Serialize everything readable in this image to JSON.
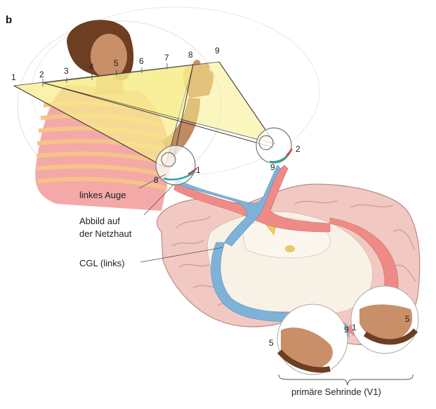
{
  "panel_label": "b",
  "field_numbers": [
    "1",
    "2",
    "3",
    "4",
    "5",
    "6",
    "7",
    "8",
    "9"
  ],
  "labels": {
    "left_eye": "linkes Auge",
    "retina_line1": "Abbild auf",
    "retina_line2": "der Netzhaut",
    "lgn": "CGL (links)",
    "v1": "primäre Sehrinde (V1)"
  },
  "eye_left_numbers": {
    "a": "8",
    "b": "1"
  },
  "eye_right_numbers": {
    "a": "9",
    "b": "2"
  },
  "cortex_numbers": {
    "left5": "5",
    "mid9": "9",
    "mid1": "1",
    "right5": "5"
  },
  "colors": {
    "left_path": "#7fb2d9",
    "right_path": "#ef8b86",
    "field_yellow": "#f7ec8c",
    "brain_pink": "#f2c9c2",
    "brain_white": "#f8f1e6"
  }
}
